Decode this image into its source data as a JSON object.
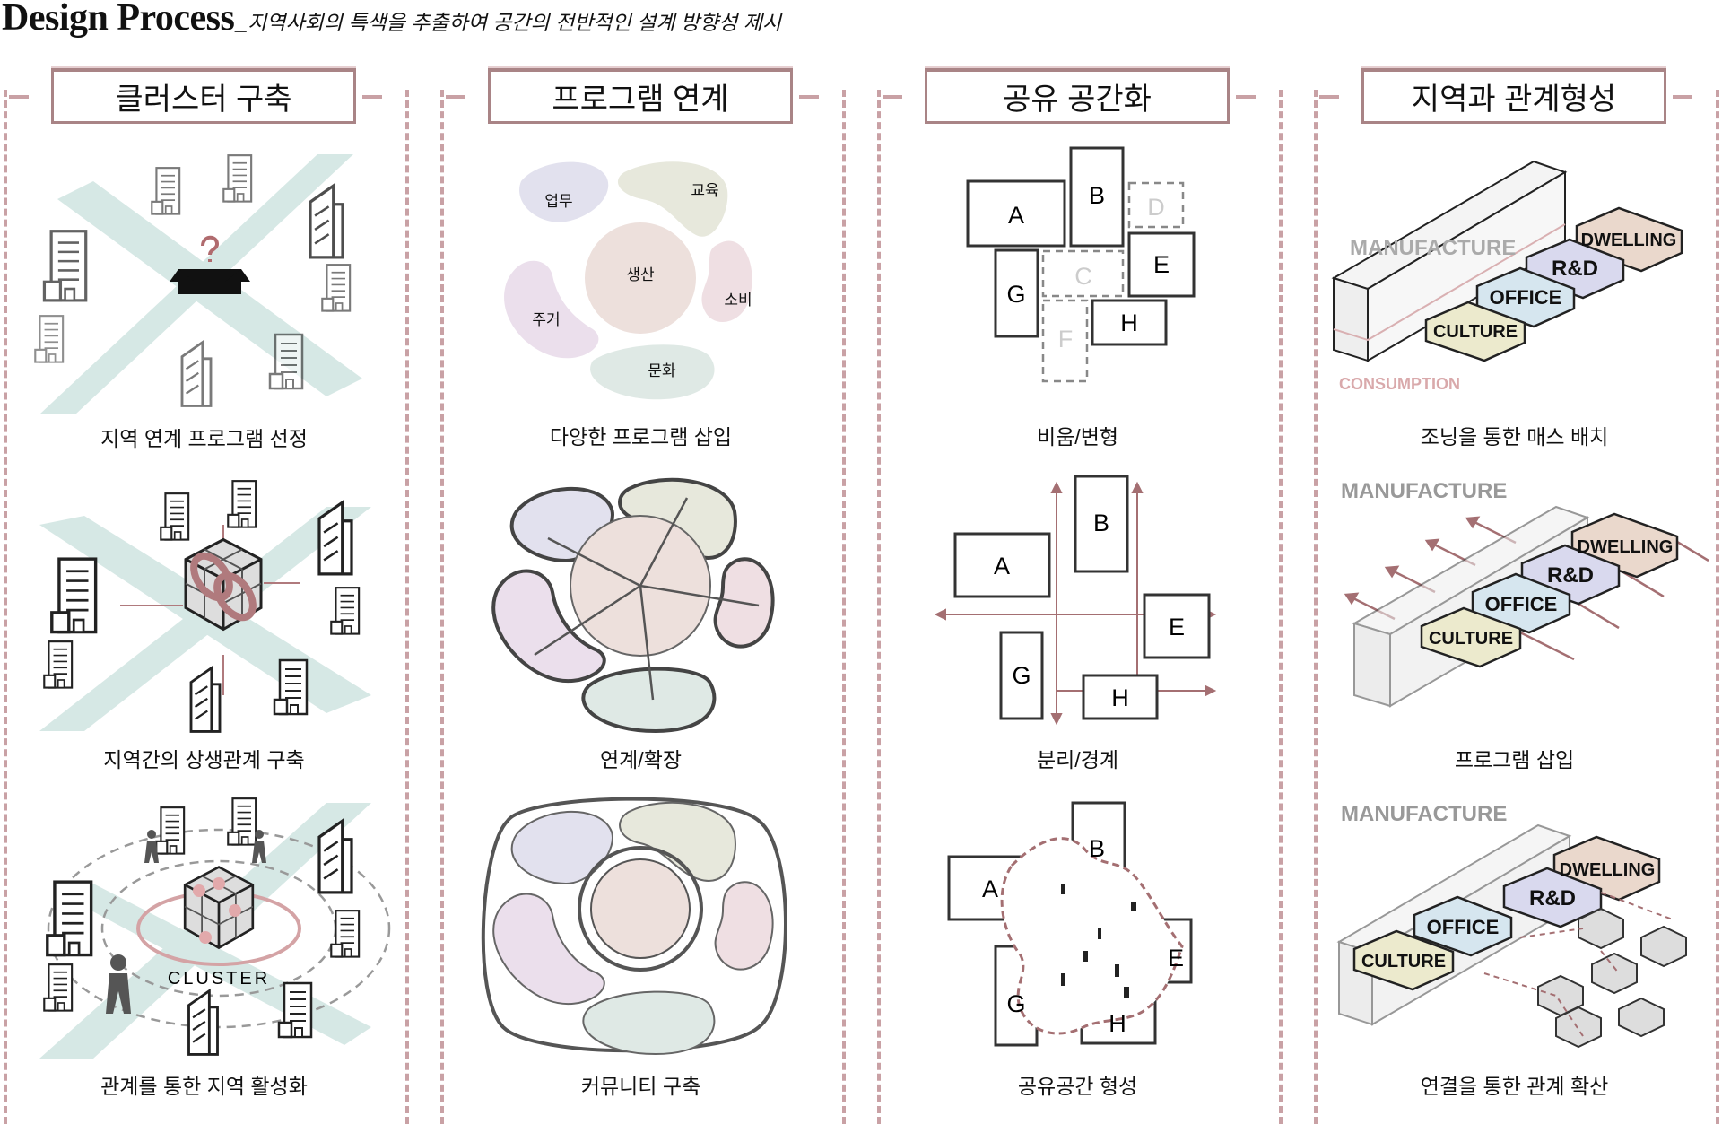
{
  "title": "Design Process",
  "subtitle": "_지역사회의 특색을 추출하여 공간의 전반적인 설계 방향성 제시",
  "colors": {
    "accent": "#c9a1a5",
    "header_border": "#a98486",
    "band": "#d6e8e5"
  },
  "columns": [
    {
      "header": "클러스터 구축",
      "cells": [
        {
          "caption": "지역 연계 프로그램 선정"
        },
        {
          "caption": "지역간의 상생관계 구축"
        },
        {
          "caption": "관계를 통한 지역 활성화",
          "label": "CLUSTER"
        }
      ]
    },
    {
      "header": "프로그램 연계",
      "cells": [
        {
          "caption": "다양한 프로그램 삽입",
          "labels": {
            "work": "업무",
            "edu": "교육",
            "prod": "생산",
            "cons": "소비",
            "home": "주거",
            "culture": "문화"
          }
        },
        {
          "caption": "연계/확장"
        },
        {
          "caption": "커뮤니티 구축"
        }
      ]
    },
    {
      "header": "공유 공간화",
      "cells": [
        {
          "caption": "비움/변형",
          "labels": [
            "A",
            "B",
            "C",
            "D",
            "E",
            "F",
            "G",
            "H"
          ]
        },
        {
          "caption": "분리/경계",
          "labels": [
            "A",
            "B",
            "E",
            "G",
            "H"
          ]
        },
        {
          "caption": "공유공간 형성",
          "labels": [
            "A",
            "B",
            "E",
            "G",
            "H"
          ]
        }
      ]
    },
    {
      "header": "지역과 관계형성",
      "cells": [
        {
          "caption": "조닝을 통한 매스 배치"
        },
        {
          "caption": "프로그램 삽입"
        },
        {
          "caption": "연결을 통한 관계 확산"
        }
      ],
      "labels": {
        "bar_top": "MANUFACTURE",
        "bar_bottom": "CONSUMPTION",
        "dwelling": "DWELLING",
        "rnd": "R&D",
        "office": "OFFICE",
        "culture": "CULTURE"
      }
    }
  ]
}
